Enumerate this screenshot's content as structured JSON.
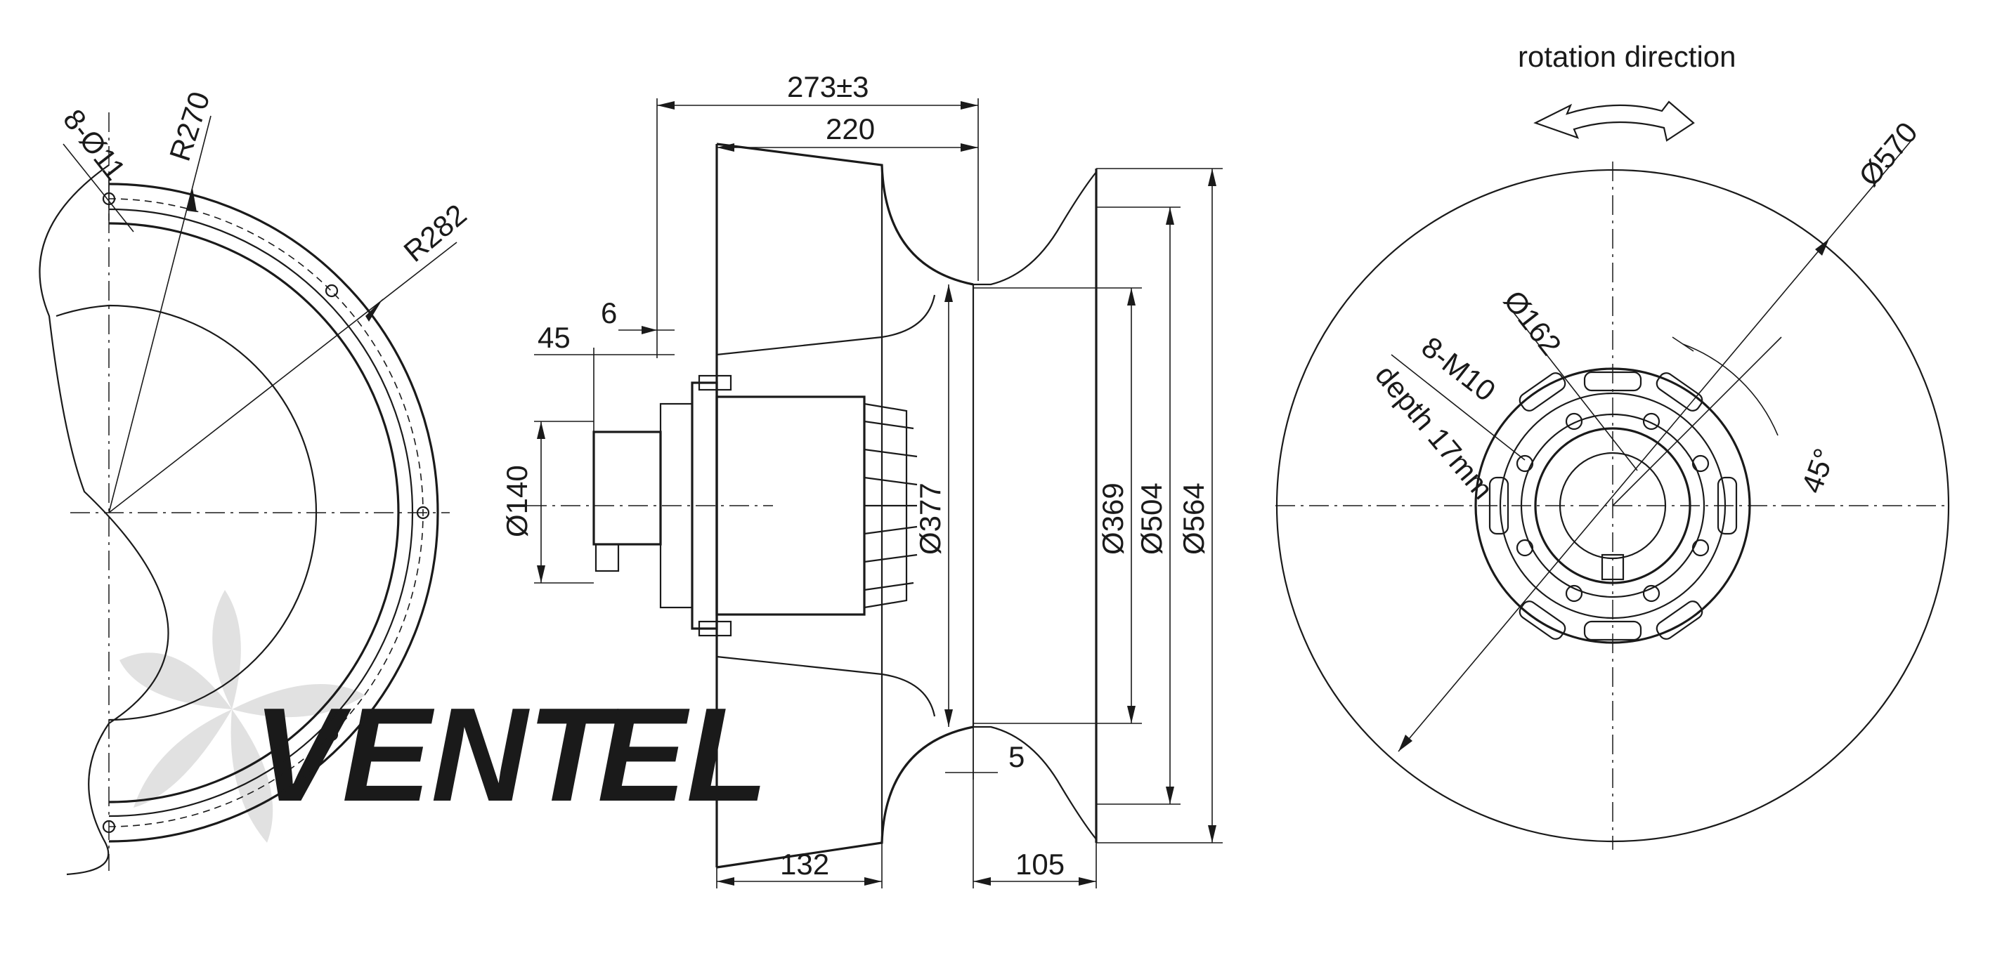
{
  "logo": {
    "part1": "VENT",
    "part2": "EL",
    "part1_color": "#d2d2d2",
    "part2_color": "#bcd4ea"
  },
  "colors": {
    "line": "#1a1a1a",
    "background": "#ffffff"
  },
  "left_view": {
    "holes": "8-Ø11",
    "radius_1": "R270",
    "radius_2": "R282"
  },
  "side_view": {
    "overall_length": "273±3",
    "wheel_length": "220",
    "dim_6": "6",
    "dim_45": "45",
    "diameter_140": "Ø140",
    "diameter_377": "Ø377",
    "diameter_369": "Ø369",
    "diameter_504": "Ø504",
    "diameter_564": "Ø564",
    "dim_5": "5",
    "dim_132": "132",
    "dim_105": "105"
  },
  "front_view": {
    "rotation_label": "rotation direction",
    "diameter_570": "Ø570",
    "diameter_162": "Ø162",
    "thread_spec": "8-M10",
    "thread_depth": "depth 17mm",
    "angle": "45°"
  }
}
